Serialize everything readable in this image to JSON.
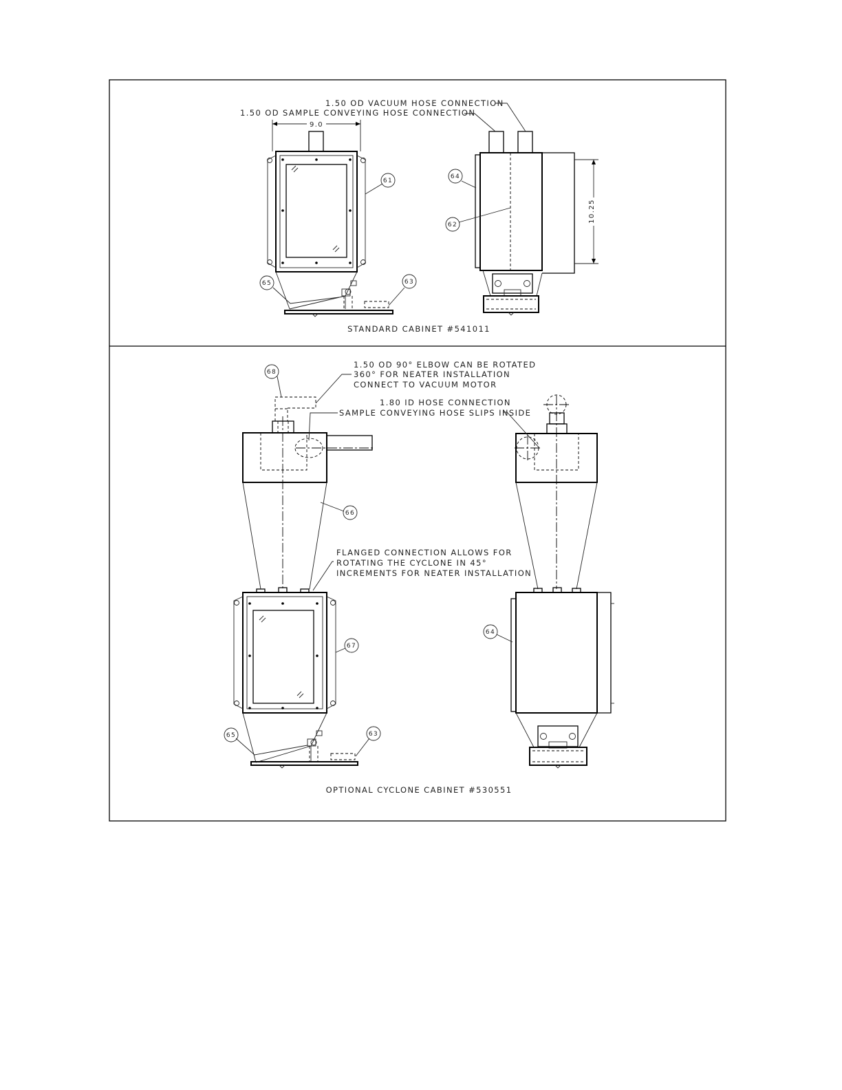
{
  "standard": {
    "vacuum_hose_label": "1.50 OD VACUUM HOSE CONNECTION",
    "sample_hose_label": "1.50 OD SAMPLE CONVEYING HOSE CONNECTION",
    "width_dim": "9.0",
    "height_dim": "10.25",
    "callouts": {
      "c61": "61",
      "c62": "62",
      "c63": "63",
      "c64": "64",
      "c65": "65"
    },
    "caption": "STANDARD CABINET #541011"
  },
  "cyclone": {
    "elbow_note": [
      "1.50 OD 90° ELBOW CAN BE ROTATED",
      "360° FOR NEATER INSTALLATION",
      "CONNECT TO VACUUM MOTOR"
    ],
    "hose_note": [
      "1.80 ID HOSE CONNECTION",
      "SAMPLE CONVEYING HOSE SLIPS INSIDE"
    ],
    "flange_note": [
      "FLANGED CONNECTION ALLOWS FOR",
      "ROTATING THE CYCLONE IN 45°",
      "INCREMENTS FOR NEATER INSTALLATION"
    ],
    "callouts": {
      "c63": "63",
      "c64": "64",
      "c65": "65",
      "c66": "66",
      "c67": "67",
      "c68": "68"
    },
    "caption": "OPTIONAL CYCLONE CABINET #530551"
  }
}
